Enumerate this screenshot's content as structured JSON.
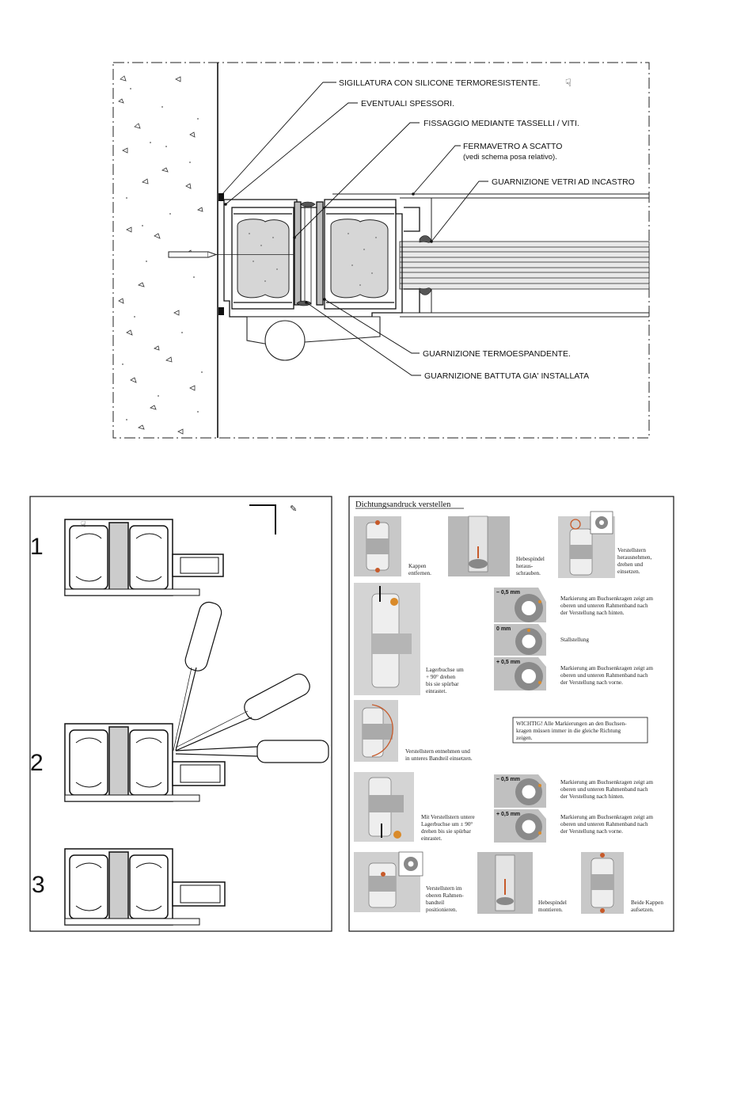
{
  "top_section": {
    "labels": [
      "SIGILLATURA CON SILICONE TERMORESISTENTE.",
      "EVENTUALI SPESSORI.",
      "FISSAGGIO MEDIANTE TASSELLI / VITI.",
      "FERMAVETRO A SCATTO",
      "(vedi schema posa relativo).",
      "GUARNIZIONE VETRI AD INCASTRO",
      "GUARNIZIONE TERMOESPANDENTE.",
      "GUARNIZIONE BATTUTA GIA' INSTALLATA"
    ]
  },
  "left_panel": {
    "steps": [
      "1",
      "2",
      "3"
    ]
  },
  "right_panel": {
    "title": "Dichtungsandruck verstellen",
    "row1": {
      "caption1": [
        "Kappen",
        "entfernen."
      ],
      "caption2": [
        "Hebespindel",
        "heraus-",
        "schrauben."
      ],
      "caption3": [
        "Verstellstern",
        "herausnehmen,",
        "drehen und",
        "einsetzen."
      ]
    },
    "row2": {
      "caption": [
        "Lagerbuchse um",
        "+ 90° drehen",
        "bis sie spürbar",
        "einrastet."
      ],
      "settings": [
        {
          "mm": "– 0,5 mm",
          "text": [
            "Markierung am Buchsenkragen zeigt am",
            "oberen und unteren Rahmenband nach",
            "der Verstellung nach hinten."
          ]
        },
        {
          "mm": "0 mm",
          "text": [
            "Stallstellung"
          ]
        },
        {
          "mm": "+ 0,5 mm",
          "text": [
            "Markierung am Buchsenkragen zeigt am",
            "oberen und unteren Rahmenband nach",
            "der Verstellung nach vorne."
          ]
        }
      ]
    },
    "row3": {
      "caption": [
        "Verstellstern entnehmen und",
        "in unteres Bandteil einsetzen."
      ],
      "warning": [
        "WICHTIG! Alle Markierungen an den Buchsen-",
        "kragen müssen immer in die gleiche Richtung",
        "zeigen."
      ]
    },
    "row4": {
      "caption": [
        "Mit Verstellstern untere",
        "Lagerbuchse um ± 90°",
        "drehen bis sie spürbar",
        "einrastet."
      ],
      "settings": [
        {
          "mm": "– 0,5 mm",
          "text": [
            "Markierung am Buchsenkragen zeigt am",
            "oberen und unteren Rahmenband nach",
            "der Verstellung nach hinten."
          ]
        },
        {
          "mm": "+ 0,5 mm",
          "text": [
            "Markierung am Buchsenkragen zeigt am",
            "oberen und unteren Rahmenband nach",
            "der Verstellung nach vorne."
          ]
        }
      ]
    },
    "row5": {
      "caption1": [
        "Verstellstern im",
        "oberen Rahmen-",
        "bandteil",
        "positionieren."
      ],
      "caption2": [
        "Hebespindel",
        "montieren."
      ],
      "caption3": [
        "Beide Kappen",
        "aufsetzen."
      ]
    }
  }
}
